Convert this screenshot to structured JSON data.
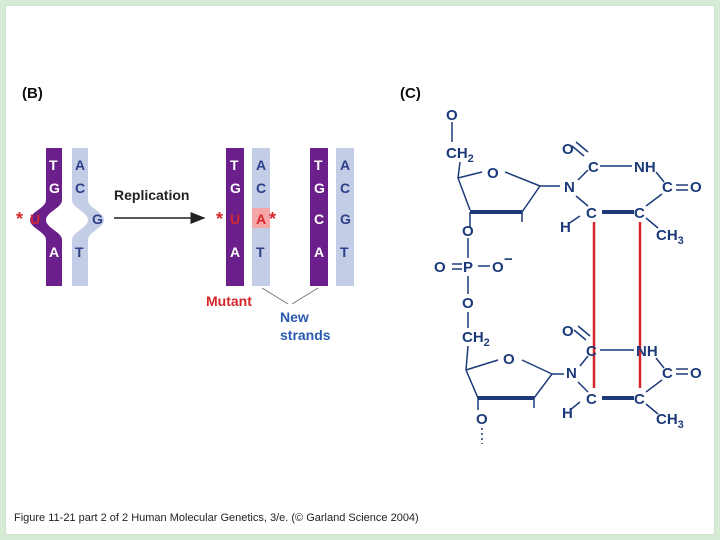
{
  "panel_b": {
    "label": "(B)",
    "left_strand_bases": [
      "T",
      "G",
      "U",
      "A"
    ],
    "right_strand_bases": [
      "A",
      "C",
      "G",
      "T"
    ],
    "replication_label": "Replication",
    "product1_left": [
      "T",
      "G",
      "U",
      "A"
    ],
    "product1_right": [
      "A",
      "C",
      "A",
      "T"
    ],
    "product2_left": [
      "T",
      "G",
      "C",
      "A"
    ],
    "product2_right": [
      "A",
      "C",
      "G",
      "T"
    ],
    "star": "*",
    "mutant_label": "Mutant",
    "new_label_line1": "New",
    "new_label_line2": "strands"
  },
  "panel_c": {
    "label": "(C)",
    "o_top": "O",
    "ch2_1": "CH",
    "ch2_1_sub": "2",
    "ring_o1": "O",
    "carbonyl_o1": "O",
    "c_top1": "C",
    "nh1": "NH",
    "n1": "N",
    "c_right1": "C",
    "eq_o1": "O",
    "h1": "H",
    "c_mid1a": "C",
    "c_mid1b": "C",
    "ch3_1": "CH",
    "ch3_1_sub": "3",
    "o_link1": "O",
    "phos_o_left": "O",
    "phos_p": "P",
    "phos_o_right": "O",
    "phos_minus": "−",
    "o_link2": "O",
    "ch2_2": "CH",
    "ch2_2_sub": "2",
    "ring_o2": "O",
    "carbonyl_o2": "O",
    "c_top2": "C",
    "nh2": "NH",
    "n2": "N",
    "c_right2": "C",
    "eq_o2": "O",
    "h2": "H",
    "c_mid2a": "C",
    "c_mid2b": "C",
    "ch3_2": "CH",
    "ch3_2_sub": "3",
    "o_bottom": "O"
  },
  "caption": "Figure 11-21 part 2 of 2   Human Molecular Genetics, 3/e.  (© Garland Science 2004)",
  "colors": {
    "purple": "#6a1f8a",
    "lavender": "#c3cde6",
    "red": "#d4262b",
    "blue": "#2a5bb0",
    "navy": "#1c3a7a",
    "background": "#d6ebd6"
  }
}
